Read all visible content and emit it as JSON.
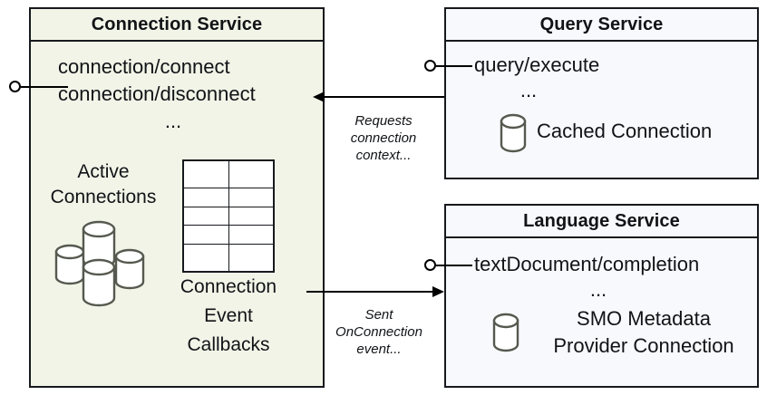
{
  "diagram": {
    "title_alt": "Connection Service architecture",
    "colors": {
      "connection_service_fill": "#f2f4e8",
      "service_fill": "#f8f9fc",
      "stroke": "#16191d",
      "cylinder_stroke": "#55594f",
      "text": "#111316"
    }
  },
  "connection_service": {
    "title": "Connection Service",
    "endpoints": [
      "connection/connect",
      "connection/disconnect",
      "..."
    ],
    "active_connections_label": "Active\nConnections",
    "active_connections_line1": "Active",
    "active_connections_line2": "Connections",
    "callbacks_label": "Connection\nEvent\nCallbacks",
    "callbacks_line1": "Connection",
    "callbacks_line2": "Event",
    "callbacks_line3": "Callbacks",
    "grid": {
      "rows": 5,
      "cols": 2
    },
    "cylinder_count": 4
  },
  "query_service": {
    "title": "Query Service",
    "endpoints": [
      "query/execute",
      "..."
    ],
    "resource_label": "Cached Connection",
    "cylinder_count": 1
  },
  "language_service": {
    "title": "Language Service",
    "endpoints": [
      "textDocument/completion",
      "..."
    ],
    "resource_label": "SMO Metadata\nProvider Connection",
    "resource_line1": "SMO Metadata",
    "resource_line2": "Provider Connection",
    "cylinder_count": 1
  },
  "connectors": {
    "requests_label": "Requests\nconnection\ncontext...",
    "requests_line1": "Requests",
    "requests_line2": "connection",
    "requests_line3": "context...",
    "sent_label": "Sent\nOnConnection\nevent...",
    "sent_line1": "Sent",
    "sent_line2": "OnConnection",
    "sent_line3": "event..."
  }
}
